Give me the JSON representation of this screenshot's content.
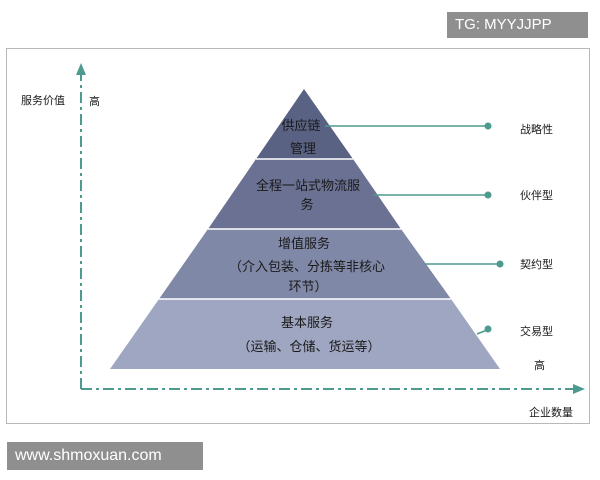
{
  "watermark_top": "TG: MYYJJPP",
  "watermark_bottom": "www.shmoxuan.com",
  "colors": {
    "axis": "#4d9a8e",
    "tier_top": "#5a6284",
    "tier_second": "#6a7193",
    "tier_third": "#8088a7",
    "tier_base": "#9fa6c1",
    "separator": "#ffffff",
    "text": "#1a1a1a"
  },
  "axes": {
    "y_label": "服务价值",
    "y_high": "高",
    "x_label": "企业数量",
    "x_high": "高"
  },
  "tiers": [
    {
      "lines": [
        "供应链",
        "管理"
      ],
      "relationship": "战略性"
    },
    {
      "lines": [
        "全程一站式物流服",
        "务"
      ],
      "relationship": "伙伴型"
    },
    {
      "lines": [
        "增值服务",
        "（介入包装、分拣等非核心",
        "环节）"
      ],
      "relationship": "契约型"
    },
    {
      "lines": [
        "基本服务",
        "（运输、仓储、货运等）"
      ],
      "relationship": "交易型"
    }
  ]
}
